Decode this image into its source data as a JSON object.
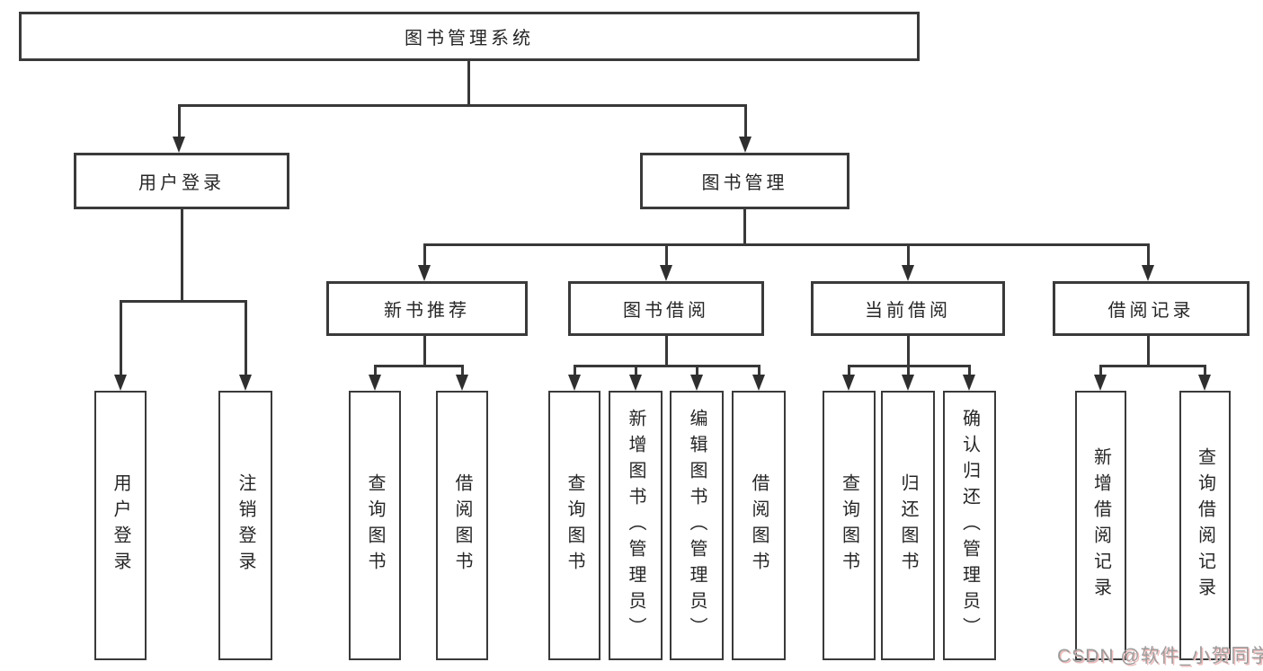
{
  "tree": {
    "root": {
      "label": "图书管理系统"
    },
    "children": [
      {
        "label": "用户登录",
        "children": [
          {
            "label": "用户登录"
          },
          {
            "label": "注销登录"
          }
        ]
      },
      {
        "label": "图书管理",
        "children": [
          {
            "label": "新书推荐",
            "children": [
              {
                "label": "查询图书"
              },
              {
                "label": "借阅图书"
              }
            ]
          },
          {
            "label": "图书借阅",
            "children": [
              {
                "label": "查询图书"
              },
              {
                "label": "新增图书（管理员）"
              },
              {
                "label": "编辑图书（管理员）"
              },
              {
                "label": "借阅图书"
              }
            ]
          },
          {
            "label": "当前借阅",
            "children": [
              {
                "label": "查询图书"
              },
              {
                "label": "归还图书"
              },
              {
                "label": "确认归还（管理员）"
              }
            ]
          },
          {
            "label": "借阅记录",
            "children": [
              {
                "label": "新增借阅记录"
              },
              {
                "label": "查询借阅记录"
              }
            ]
          }
        ]
      }
    ]
  },
  "watermark": {
    "text": "CSDN @软件_小贺同学"
  },
  "colors": {
    "line": "#383838",
    "border": "#3a3a3a",
    "text": "#262626",
    "watermark_gray": "#9c9c9c",
    "watermark_shadow": "#eebcbc",
    "background": "#ffffff"
  }
}
